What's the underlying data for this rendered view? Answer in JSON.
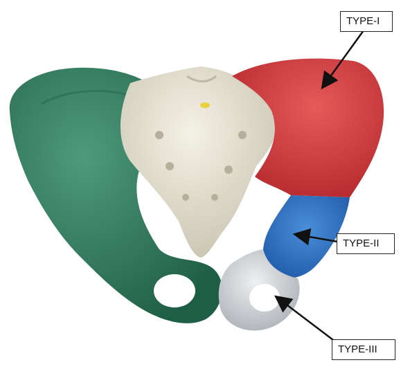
{
  "labels": {
    "type1": "TYPE-I",
    "type2": "TYPE-II",
    "type3": "TYPE-III"
  },
  "colors": {
    "background": "#ffffff",
    "left_hip_bone": "#2f7a5e",
    "sacrum": "#e6e2d3",
    "type1_region": "#d9383c",
    "type2_region": "#2a6fc4",
    "type3_region": "#d0d3d6",
    "arrow": "#111111"
  },
  "figure": {
    "subject": "pelvis-3d-model",
    "regions": [
      "left-hip-bone",
      "sacrum",
      "type1-ilium",
      "type2-acetabulum",
      "type3-pubis-ischium"
    ]
  }
}
